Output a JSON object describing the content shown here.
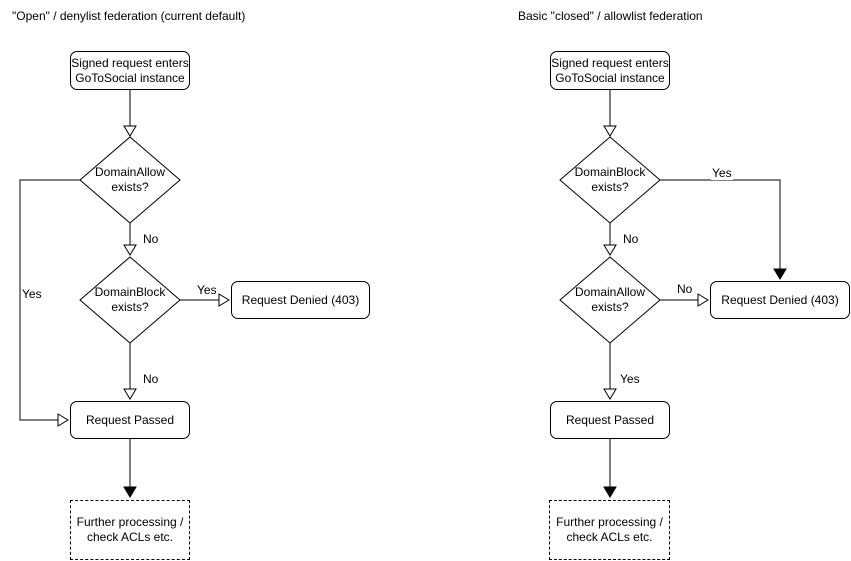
{
  "diagram": {
    "colors": {
      "stroke": "#000000",
      "node_fill": "#ffffff",
      "text": "#000000",
      "background": "#ffffff"
    },
    "left": {
      "title": "\"Open\" / denylist federation (current default)",
      "nodes": {
        "start": "Signed request enters\nGoToSocial instance",
        "decision1": "DomainAllow\nexists?",
        "decision2": "DomainBlock\nexists?",
        "denied": "Request Denied (403)",
        "passed": "Request Passed",
        "further": "Further processing /\ncheck ACLs etc."
      },
      "edges": {
        "decision1_yes": "Yes",
        "decision1_no": "No",
        "decision2_yes": "Yes",
        "decision2_no": "No"
      }
    },
    "right": {
      "title": "Basic \"closed\" / allowlist federation",
      "nodes": {
        "start": "Signed request enters\nGoToSocial instance",
        "decision1": "DomainBlock\nexists?",
        "decision2": "DomainAllow\nexists?",
        "denied": "Request Denied (403)",
        "passed": "Request Passed",
        "further": "Further processing /\ncheck ACLs etc."
      },
      "edges": {
        "decision1_yes": "Yes",
        "decision1_no": "No",
        "decision2_no": "No",
        "decision2_yes": "Yes"
      }
    }
  }
}
